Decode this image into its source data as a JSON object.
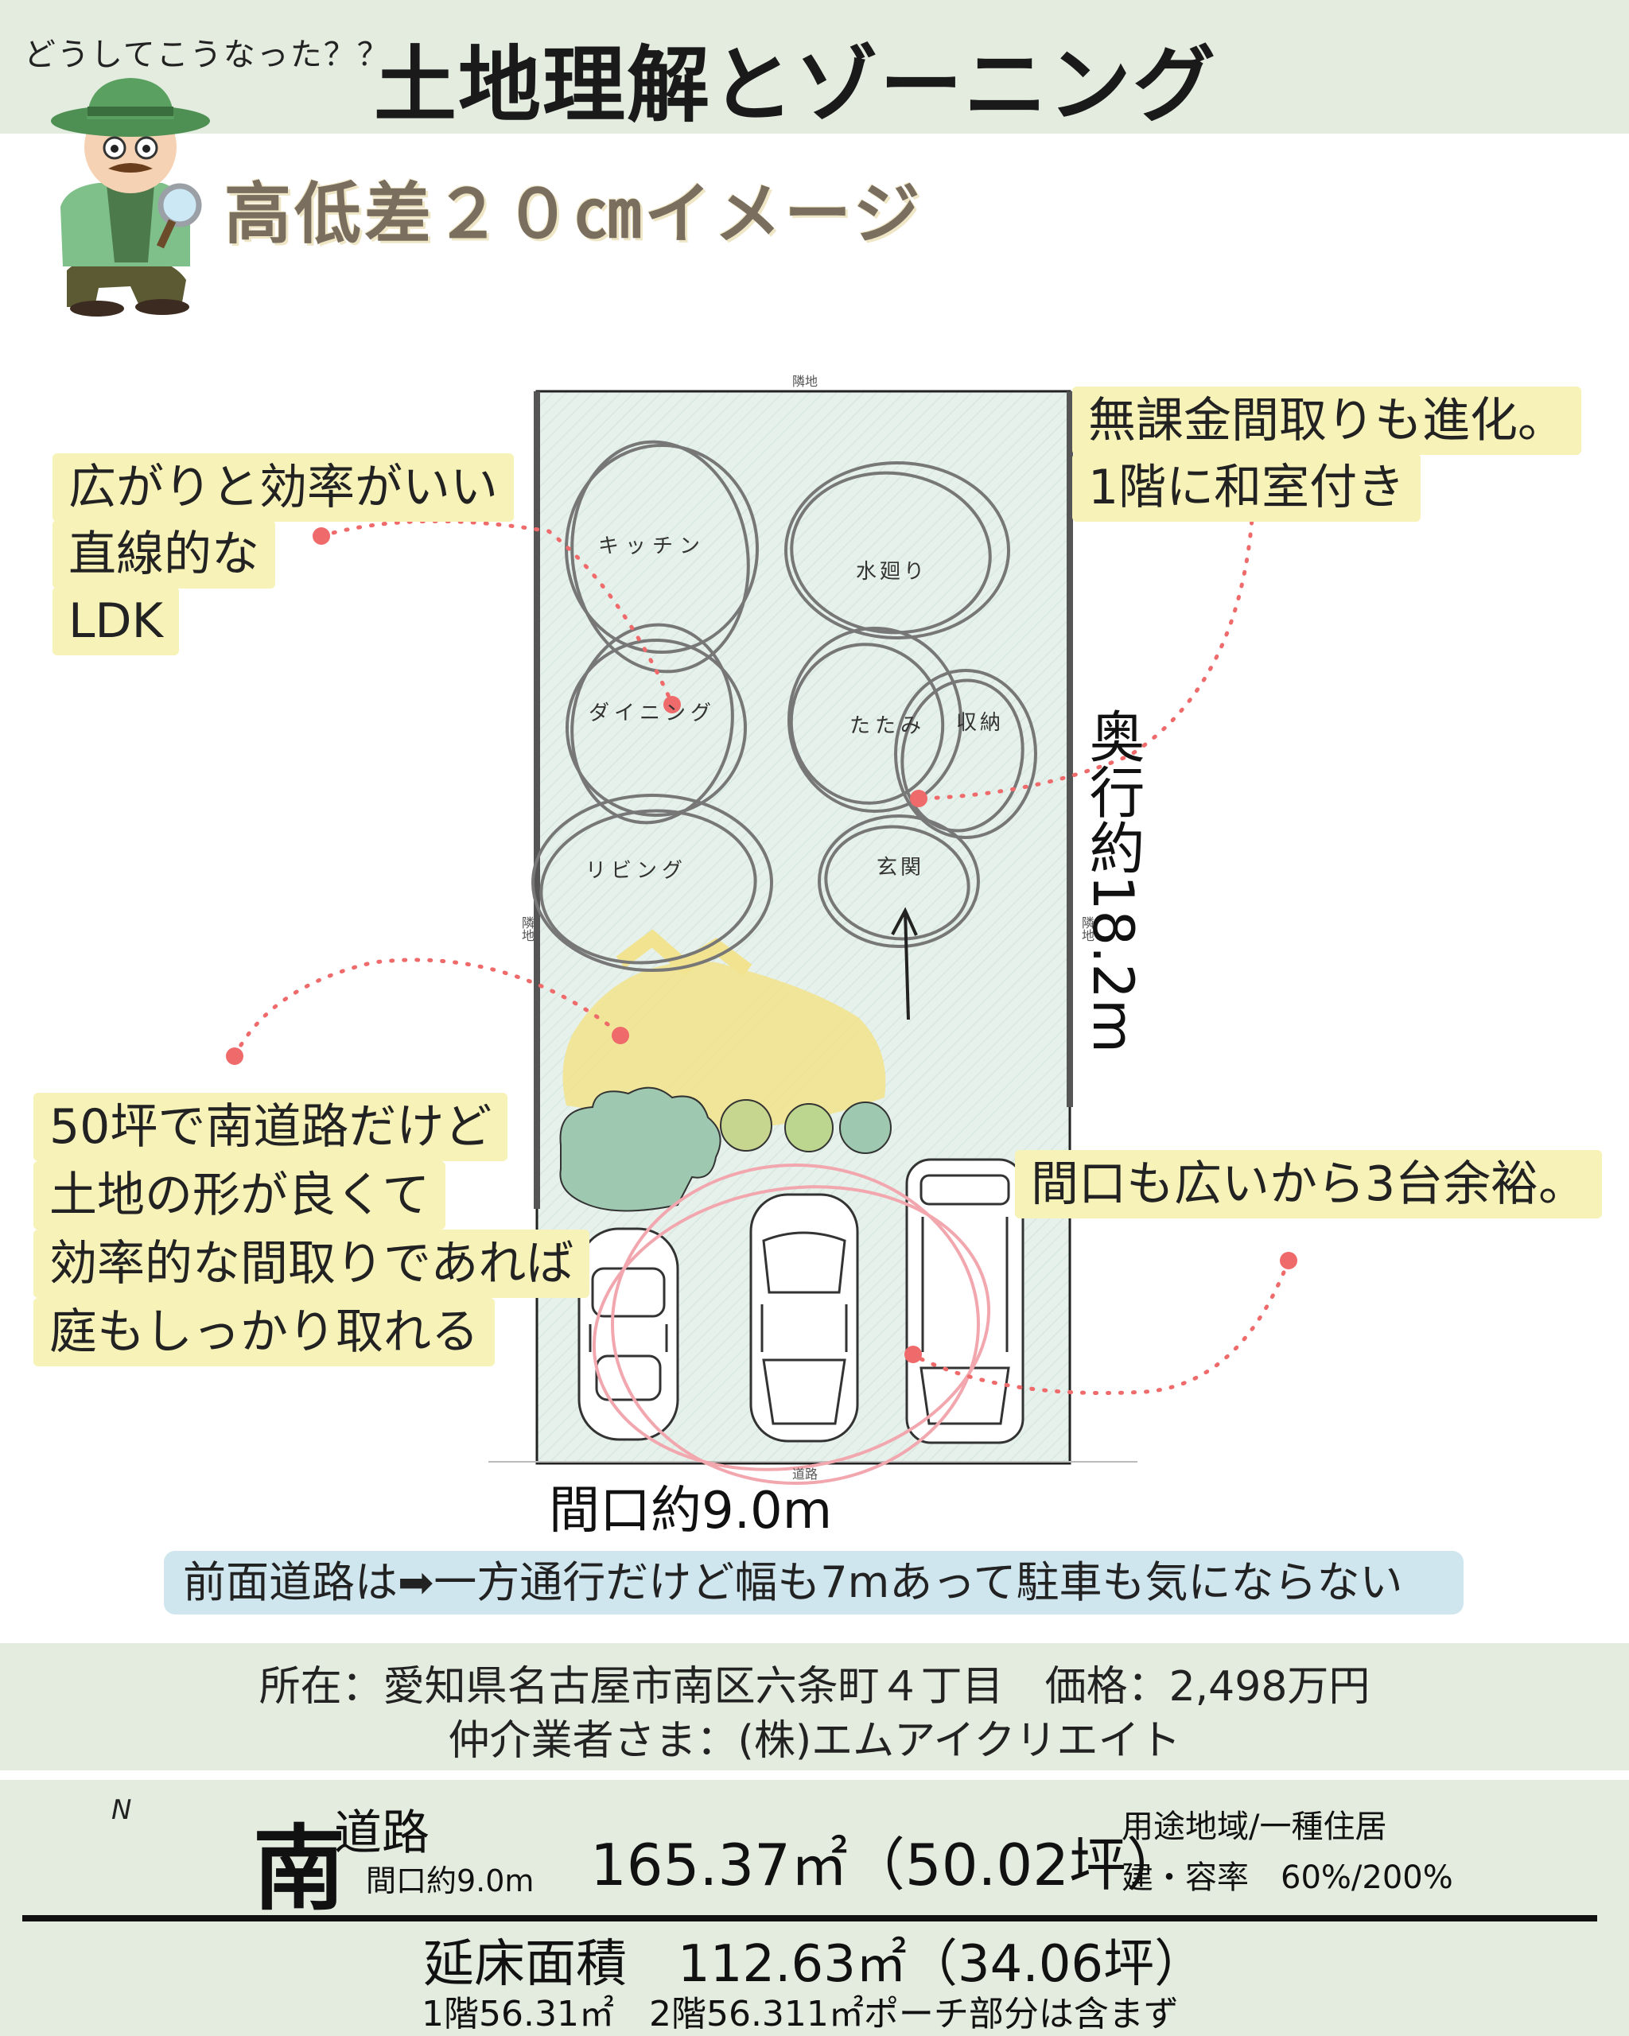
{
  "header": {
    "caption": "どうしてこうなった？？",
    "title": "土地理解とゾーニング"
  },
  "subtitle": "高低差２０㎝イメージ",
  "site": {
    "top_label": "隣地",
    "left_label": "隣地",
    "right_label": "隣地",
    "bottom_label": "道路",
    "depth_label": "奥行約18.2m",
    "width_label": "間口約9.0m"
  },
  "zones": {
    "kitchen": "キッチン",
    "water": "水廻り",
    "dining": "ダイニング",
    "tatami": "たたみ",
    "storage": "収納",
    "living": "リビング",
    "entrance": "玄関"
  },
  "callouts": {
    "ldk": [
      "広がりと効率がいい",
      "直線的な",
      "LDK"
    ],
    "washitsu": [
      "無課金間取りも進化。",
      "1階に和室付き"
    ],
    "garden": [
      "50坪で南道路だけど",
      "土地の形が良くて",
      "効率的な間取りであれば",
      "庭もしっかり取れる"
    ],
    "parking": [
      "間口も広いから3台余裕。"
    ]
  },
  "road_note": "前面道路は➡一方通行だけど幅も7mあって駐車も気にならない",
  "info": {
    "location": "所在：愛知県名古屋市南区六条町４丁目　価格：2,498万円",
    "agent": "仲介業者さま：(株)エムアイクリエイト"
  },
  "summary": {
    "north_label": "N",
    "road_dir": "南",
    "road_word": "道路",
    "road_front": "間口約9.0m",
    "land_area": "165.37㎡（50.02坪）",
    "zoning": "用途地域/一種住居",
    "ratio": "建・容率　60%/200%",
    "floor_area": "延床面積　112.63㎡（34.06坪）",
    "floor_detail": "1階56.31㎡　2階56.311㎡ポーチ部分は含まず"
  },
  "colors": {
    "header_band": "#e3ecdf",
    "callout_bg": "#f7f2b8",
    "site_fill": "#e6f1ec",
    "garden": "#f1e38f",
    "tree": "#9ec9b0",
    "dot": "#ef6a6a",
    "road_note_bg": "#cfe6ee"
  }
}
